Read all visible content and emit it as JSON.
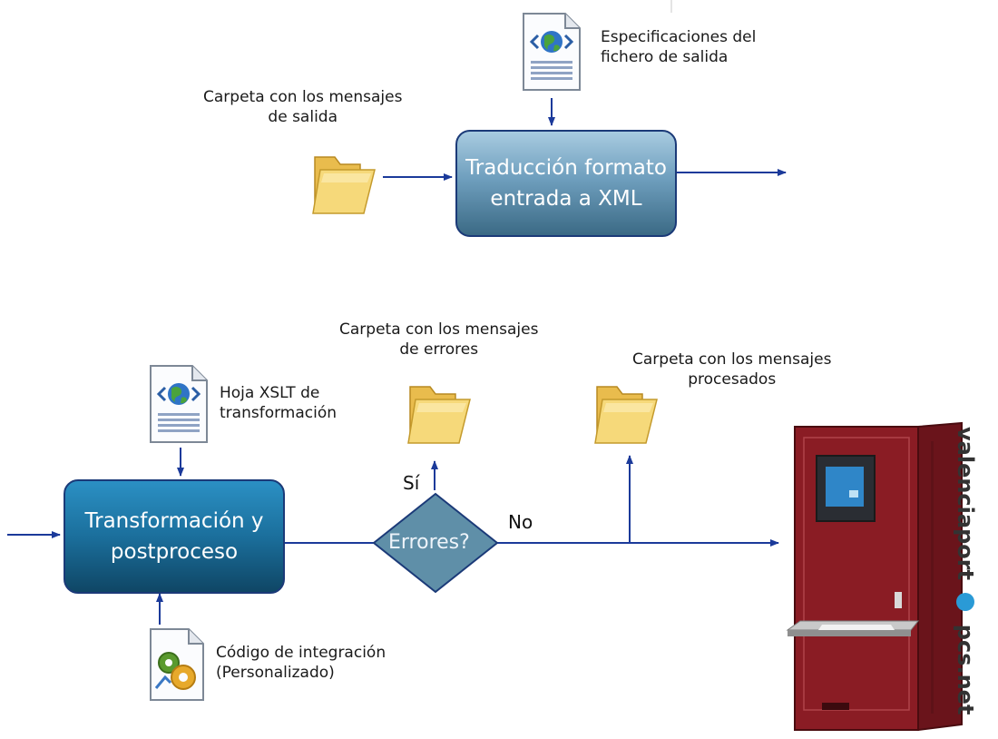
{
  "top_flow": {
    "spec_caption": "Especificaciones del\nfichero de salida",
    "folder_caption": "Carpeta con los mensajes\nde salida",
    "process_label": "Traducción formato\nentrada a XML"
  },
  "bottom_flow": {
    "xslt_caption": "Hoja XSLT de\ntransformación",
    "process_label": "Transformación y\npostproceso",
    "code_caption": "Código de integración\n(Personalizado)",
    "decision_label": "Errores?",
    "yes_label": "Sí",
    "no_label": "No",
    "errors_folder_caption": "Carpeta con los mensajes\nde errores",
    "processed_folder_caption": "Carpeta con los mensajes\nprocesados"
  },
  "brand": {
    "left": "valenciaport",
    "right": "pcs.net"
  },
  "colors": {
    "arrow": "#1b3a9a",
    "folder": "#f3d067",
    "server": "#8a1c24"
  }
}
